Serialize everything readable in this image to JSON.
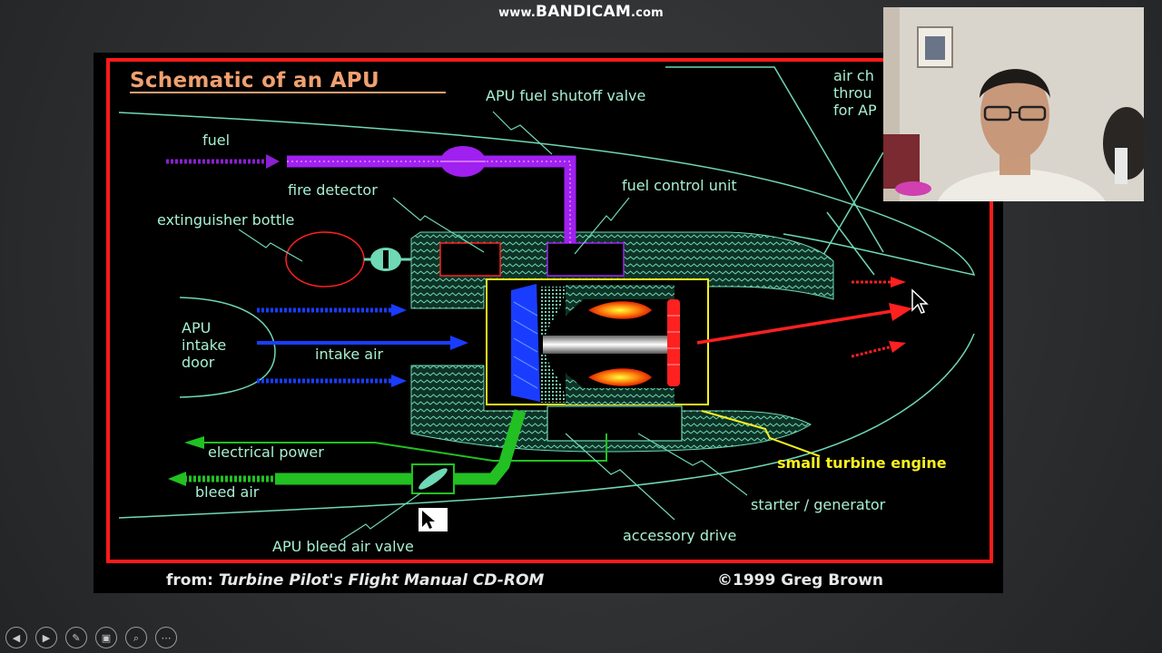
{
  "watermark": {
    "prefix": "www.",
    "brand": "BANDICAM",
    "suffix": ".com"
  },
  "slide": {
    "title": "Schematic of an APU",
    "labels": {
      "fuel_valve": "APU fuel shutoff valve",
      "air_channel": "air ch\nthrou\nfor AP",
      "fuel": "fuel",
      "fire_detector": "fire detector",
      "fuel_control": "fuel control unit",
      "extinguisher": "extinguisher bottle",
      "intake_door": "APU\nintake\ndoor",
      "intake_air": "intake air",
      "electrical_power": "electrical power",
      "bleed_air": "bleed air",
      "small_turbine": "small turbine engine",
      "starter_generator": "starter / generator",
      "accessory_drive": "accessory drive",
      "bleed_valve": "APU bleed air valve"
    },
    "credit": {
      "from": "from:",
      "source": "Turbine Pilot's Flight Manual CD-ROM",
      "copyright": "©1999 Greg Brown"
    },
    "colors": {
      "label": "#a8f0d2",
      "border": "#ff1a1a",
      "title": "#f0a070",
      "fuel": "#a020f0",
      "intake": "#1a3cff",
      "bleed": "#22c022",
      "exhaust": "#ff2020",
      "engine_outline": "#f8f020"
    }
  },
  "toolbar": {
    "icons": [
      "prev-icon",
      "next-icon",
      "pen-icon",
      "slides-icon",
      "zoom-icon",
      "more-icon"
    ]
  }
}
